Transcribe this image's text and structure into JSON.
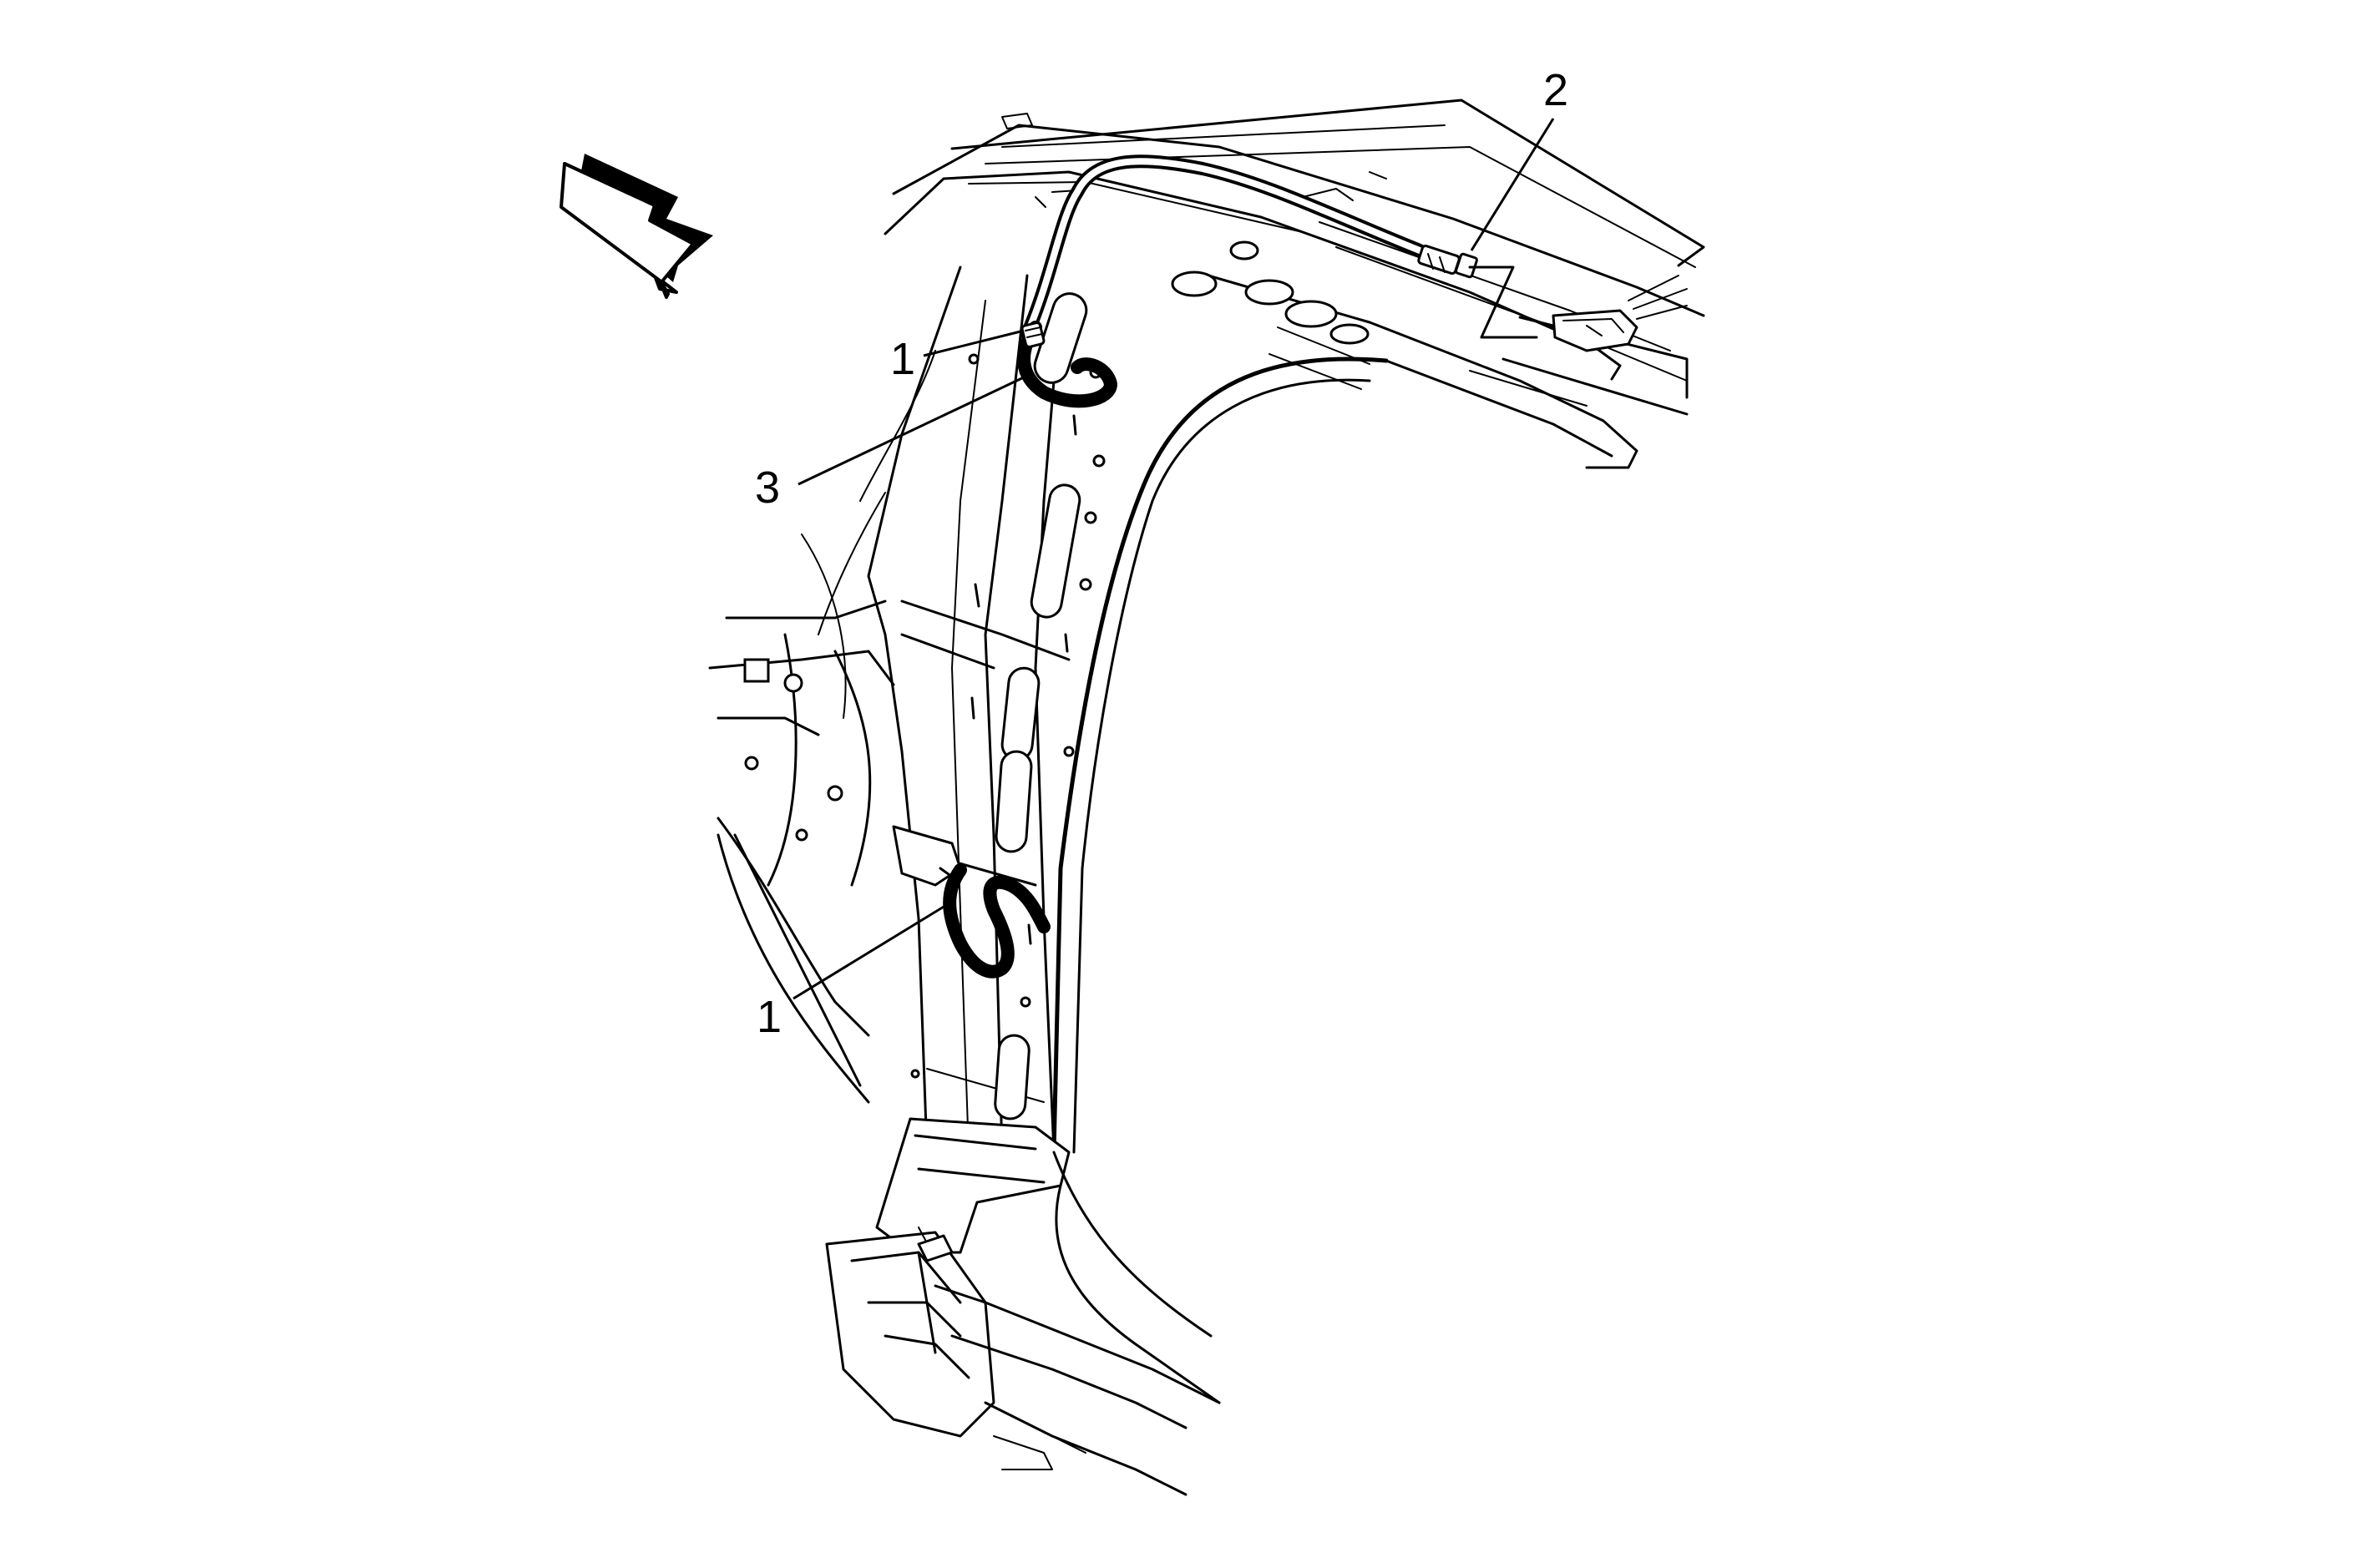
{
  "callouts": [
    {
      "id": "clip-upper",
      "label": "1"
    },
    {
      "id": "connector",
      "label": "2"
    },
    {
      "id": "cable",
      "label": "3"
    },
    {
      "id": "clip-lower",
      "label": "1"
    }
  ],
  "icons": {
    "view_direction": "view-direction-arrow-icon"
  }
}
